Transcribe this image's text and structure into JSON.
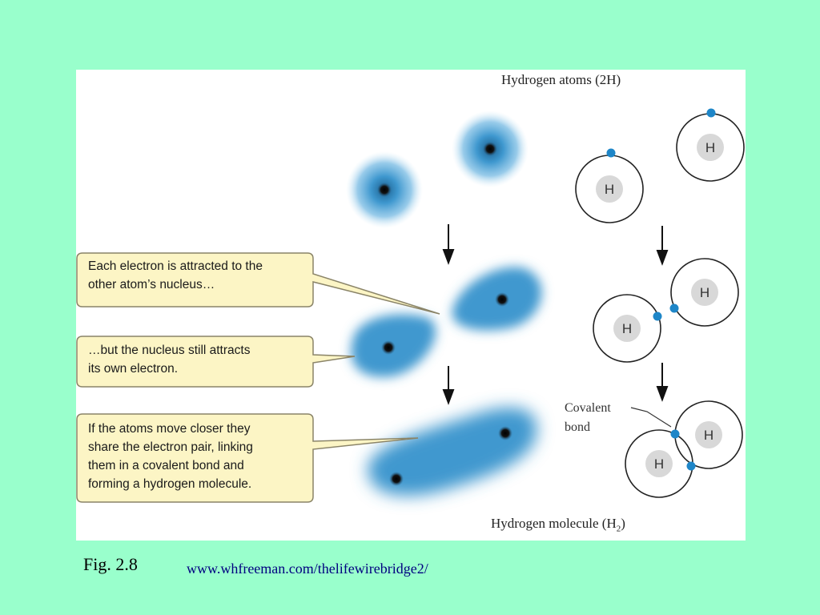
{
  "figure": {
    "title_top": "Hydrogen atoms (2H)",
    "title_bottom_main": "Hydrogen molecule (H",
    "title_bottom_sub": "2",
    "title_bottom_end": ")",
    "callouts": [
      [
        "Each electron is attracted to the",
        "other atom’s nucleus…"
      ],
      [
        "…but the nucleus still attracts",
        "its own electron."
      ],
      [
        "If the atoms move closer they",
        "share the electron pair, linking",
        "them in a covalent bond and",
        "forming a hydrogen molecule."
      ]
    ],
    "atom_label": "H",
    "covalent_label_line1": "Covalent",
    "covalent_label_line2": "bond",
    "colors": {
      "background": "#99ffcc",
      "callout_fill": "#fcf5c5",
      "electron": "#1e86c8",
      "cloud": "#3f98cf",
      "nucleus_fill": "#d8d8d8"
    }
  },
  "footer": {
    "fig_label": "Fig. 2.8",
    "url": "www.whfreeman.com/thelifewirebridge2/"
  }
}
